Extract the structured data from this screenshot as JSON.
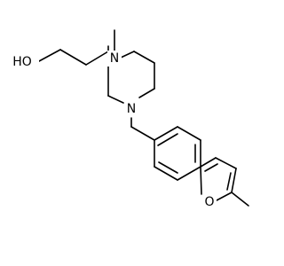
{
  "molecule": {
    "atom_labels": {
      "hydroxyl_oxygen": "HO",
      "methyl_nitrogen": "N",
      "benzyl_nitrogen": "N",
      "furan_oxygen": "O"
    }
  }
}
